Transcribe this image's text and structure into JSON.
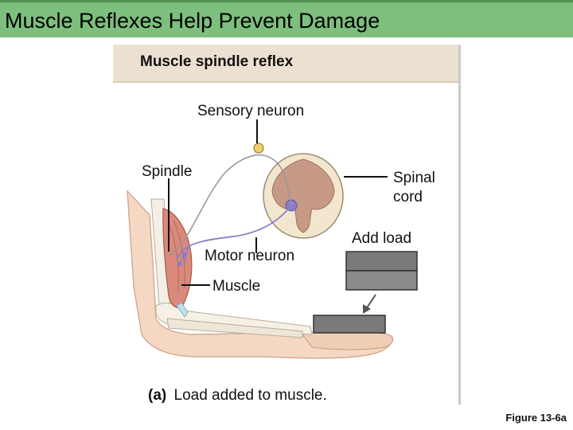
{
  "slide": {
    "title": "Muscle Reflexes Help Prevent Damage",
    "figure_ref": "Figure 13-6a"
  },
  "panel": {
    "title": "Muscle spindle reflex",
    "caption_letter": "(a)",
    "caption_text": "Load added to muscle."
  },
  "labels": {
    "sensory_neuron": "Sensory neuron",
    "spindle": "Spindle",
    "spinal_cord_line1": "Spinal",
    "spinal_cord_line2": "cord",
    "add_load": "Add load",
    "motor_neuron": "Motor neuron",
    "muscle": "Muscle"
  },
  "colors": {
    "title_bar": "#7dbf7d",
    "panel_header": "#ece1d1",
    "muscle": "#d98a7a",
    "skin": "#f4d8c4",
    "neuron": "#8a7fc8",
    "weight": "#7a7a7a"
  }
}
